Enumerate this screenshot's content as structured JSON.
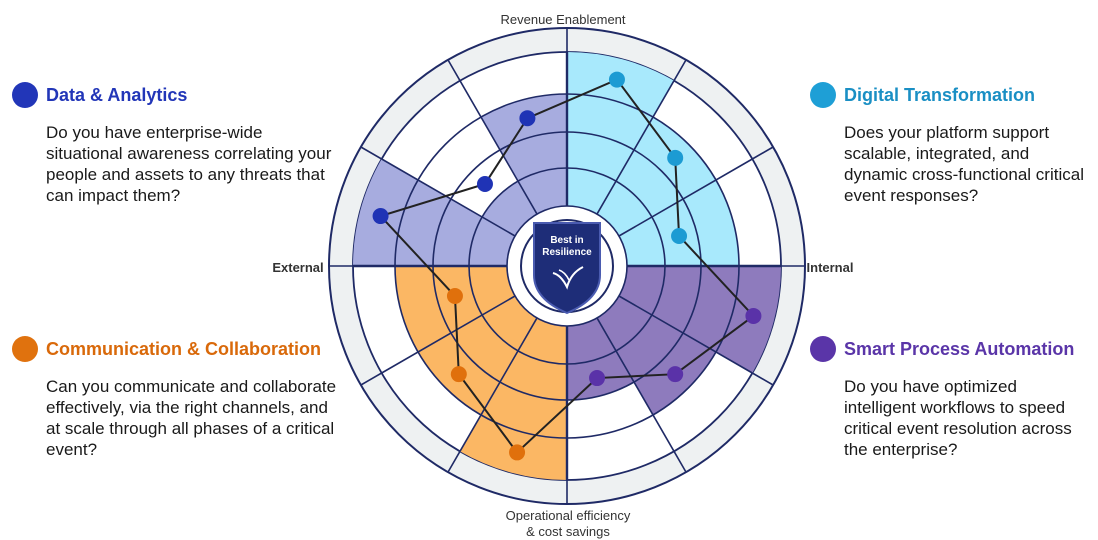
{
  "axes": {
    "top": "Revenue Enablement",
    "left": "External",
    "right": "Internal",
    "bottom_line1": "Operational efficiency",
    "bottom_line2": "& cost savings"
  },
  "quadrants": [
    {
      "id": "data",
      "title": "Data & Analytics",
      "color": "#2236b8",
      "text": "Do you have enterprise-wide situational awareness correlating your people and assets to any threats that can impact them?"
    },
    {
      "id": "digital",
      "title": "Digital Transformation",
      "color": "#1e9fd6",
      "text": "Does your platform support scalable, integrated, and dynamic cross-functional critical event responses?"
    },
    {
      "id": "comm",
      "title": "Communication & Collaboration",
      "color": "#e0720e",
      "text": "Can you communicate and collaborate effectively, via the right channels, and at scale through all phases of a critical event?"
    },
    {
      "id": "smart",
      "title": "Smart Process Automation",
      "color": "#5a35a8",
      "text": "Do you have optimized intelligent workflows to speed critical event resolution across the enterprise?"
    }
  ],
  "badge": {
    "line1": "Best in",
    "line2": "Resilience"
  },
  "sectors": {
    "data": {
      "fill": "#a7acdf",
      "levels": [
        5,
        2,
        4,
        2
      ],
      "dots": [
        5,
        3,
        4
      ]
    },
    "digital": {
      "fill": "#a8e9fc",
      "levels": [
        5,
        4,
        4,
        3
      ],
      "dots": [
        5,
        4,
        3
      ]
    },
    "smart": {
      "fill": "#8e7bbd",
      "levels": [
        5,
        4,
        3,
        3
      ],
      "dots": [
        5,
        4,
        3
      ]
    },
    "comm": {
      "fill": "#fbb764",
      "levels": [
        5,
        4,
        4,
        3
      ],
      "dots": [
        5,
        4,
        3
      ]
    }
  }
}
